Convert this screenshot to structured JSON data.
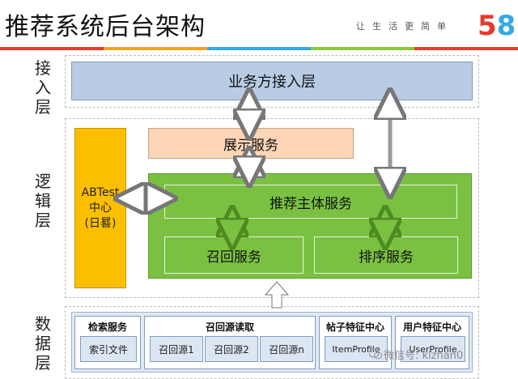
{
  "header": {
    "title": "推荐系统后台架构",
    "slogan": "让生活更简单",
    "logo_text": "58"
  },
  "side_labels": {
    "access": "接入层",
    "logic": "逻辑层",
    "data": "数据层"
  },
  "access_layer": {
    "business": "业务方接入层"
  },
  "logic_layer": {
    "display_service": "展示服务",
    "abtest": [
      "ABTest",
      "中心",
      "(日晷)"
    ],
    "recommend_main": "推荐主体服务",
    "recall_service": "召回服务",
    "ranking_service": "排序服务"
  },
  "data_layer": {
    "search_service": {
      "title": "检索服务",
      "items": [
        "索引文件"
      ]
    },
    "recall_source_read": {
      "title": "召回源读取",
      "items": [
        "召回源1",
        "召回源2",
        "召回源n"
      ]
    },
    "post_feature_center": {
      "title": "帖子特征中心",
      "items": [
        "ItemProfile"
      ]
    },
    "user_feature_center": {
      "title": "用户特征中心",
      "items": [
        "UserProfile"
      ]
    }
  },
  "watermark": "微信号: kizhan0",
  "colors": {
    "access": "#b8cce4",
    "display": "#fbd5b5",
    "abtest": "#fbbf00",
    "logic_green": "#7ac142",
    "data_bg": "#e1e9f4"
  }
}
